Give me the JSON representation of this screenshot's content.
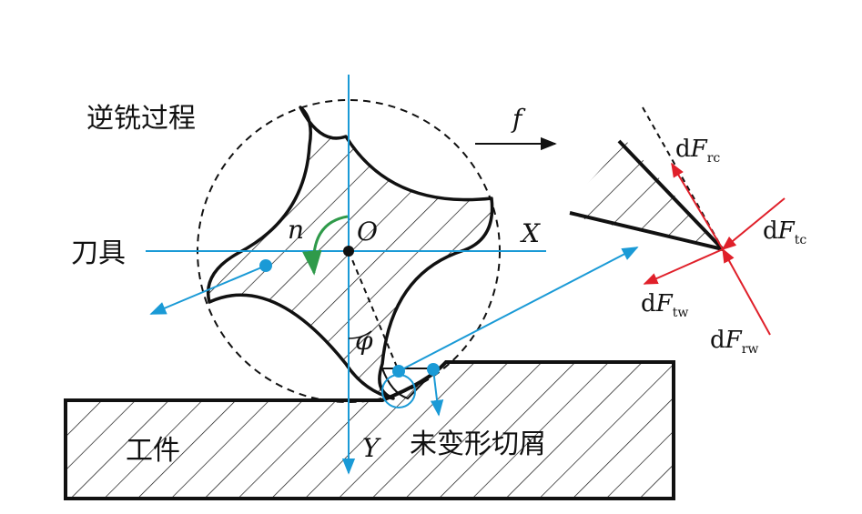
{
  "labels": {
    "process": "逆铣过程",
    "tool": "刀具",
    "workpiece": "工件",
    "chip": "未变形切屑",
    "feed": "f",
    "rotation": "n",
    "origin": "O",
    "angle": "φ",
    "x_axis": "X",
    "y_axis": "Y"
  },
  "forces": [
    {
      "prefix": "d",
      "symbol": "F",
      "sub": "rc"
    },
    {
      "prefix": "d",
      "symbol": "F",
      "sub": "tc"
    },
    {
      "prefix": "d",
      "symbol": "F",
      "sub": "tw"
    },
    {
      "prefix": "d",
      "symbol": "F",
      "sub": "rw"
    }
  ],
  "colors": {
    "axis": "#1a9ad6",
    "force": "#e0202a",
    "outline": "#111111"
  }
}
